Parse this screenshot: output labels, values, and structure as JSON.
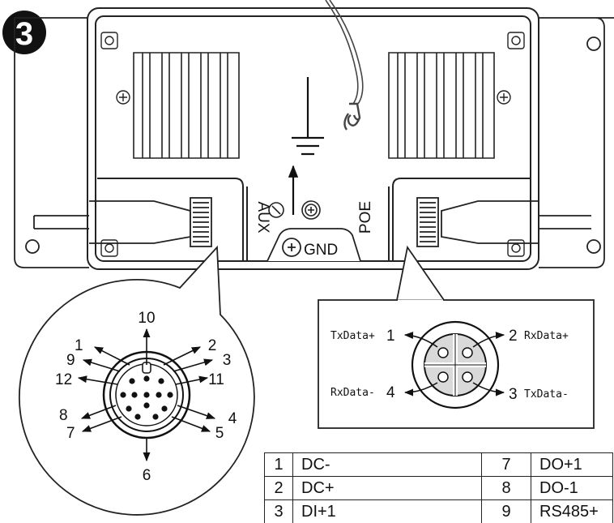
{
  "step_badge": "3",
  "device": {
    "left_port_label": "AUX",
    "right_port_label": "POE",
    "ground_label": "GND"
  },
  "aux_connector": {
    "pins": [
      "10",
      "1",
      "2",
      "9",
      "3",
      "12",
      "11",
      "8",
      "4",
      "7",
      "5",
      "6"
    ]
  },
  "poe_connector": {
    "pins": [
      {
        "number": "1",
        "signal": "TxData+"
      },
      {
        "number": "2",
        "signal": "RxData+"
      },
      {
        "number": "4",
        "signal": "RxData-"
      },
      {
        "number": "3",
        "signal": "TxData-"
      }
    ]
  },
  "pin_table": {
    "rows": [
      {
        "pin_a": "1",
        "func_a": "DC-",
        "pin_b": "7",
        "func_b": "DO+1"
      },
      {
        "pin_a": "2",
        "func_a": "DC+",
        "pin_b": "8",
        "func_b": "DO-1"
      },
      {
        "pin_a": "3",
        "func_a": "DI+1",
        "pin_b": "9",
        "func_b": "RS485+"
      }
    ]
  }
}
